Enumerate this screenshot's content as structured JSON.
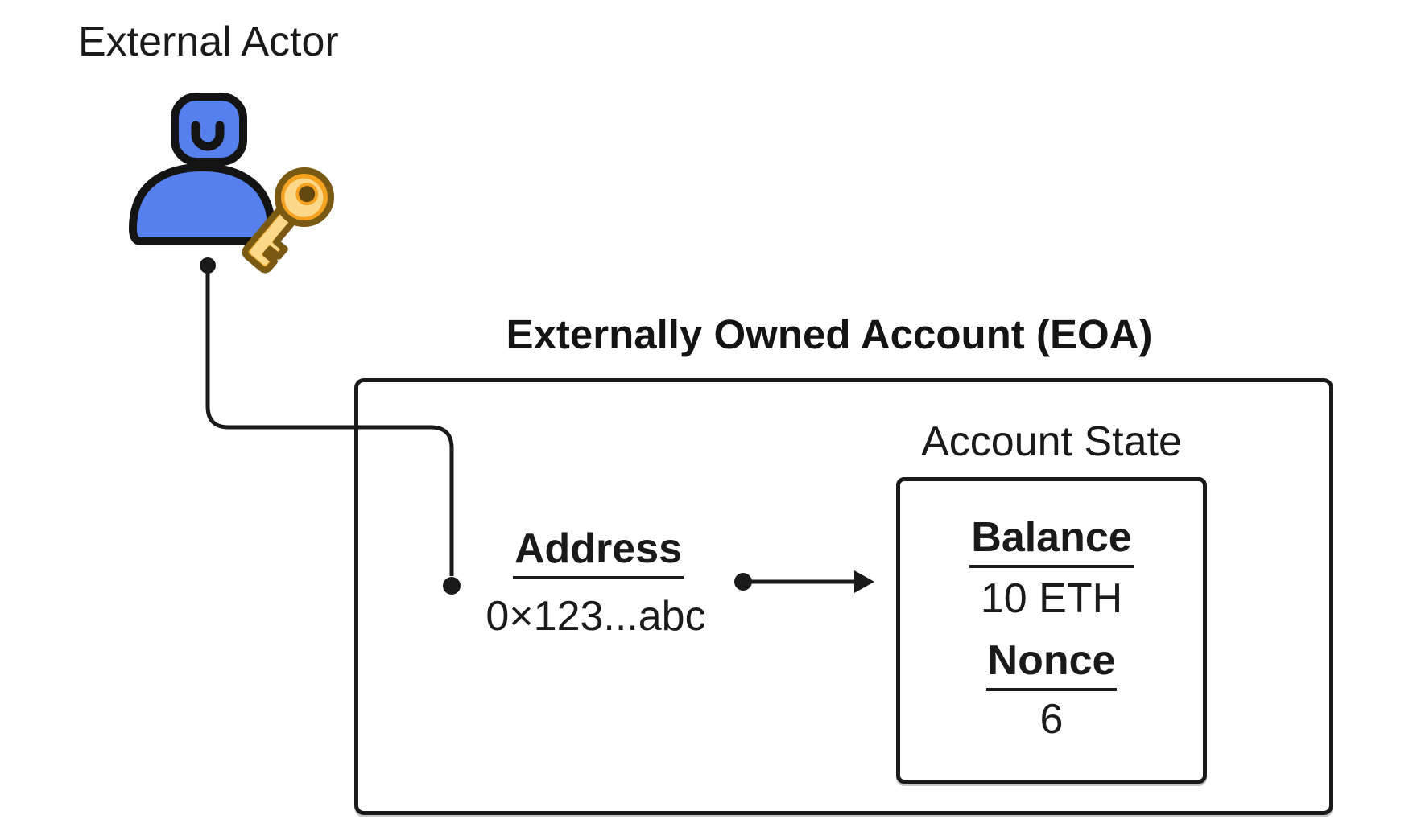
{
  "labels": {
    "external_actor": "External Actor",
    "eoa_title": "Externally Owned Account (EOA)",
    "account_state_title": "Account State"
  },
  "address": {
    "label": "Address",
    "value": "0×123...abc"
  },
  "account_state": {
    "balance_label": "Balance",
    "balance_value": "10 ETH",
    "nonce_label": "Nonce",
    "nonce_value": "6"
  },
  "icons": {
    "person": "person-icon",
    "key": "key-icon"
  },
  "colors": {
    "ink": "#1a1a1a",
    "person_blue": "#5580EE",
    "key_light": "#FCD88A",
    "key_orange": "#F6A221",
    "key_outline": "#7A5913",
    "background": "#ffffff"
  }
}
